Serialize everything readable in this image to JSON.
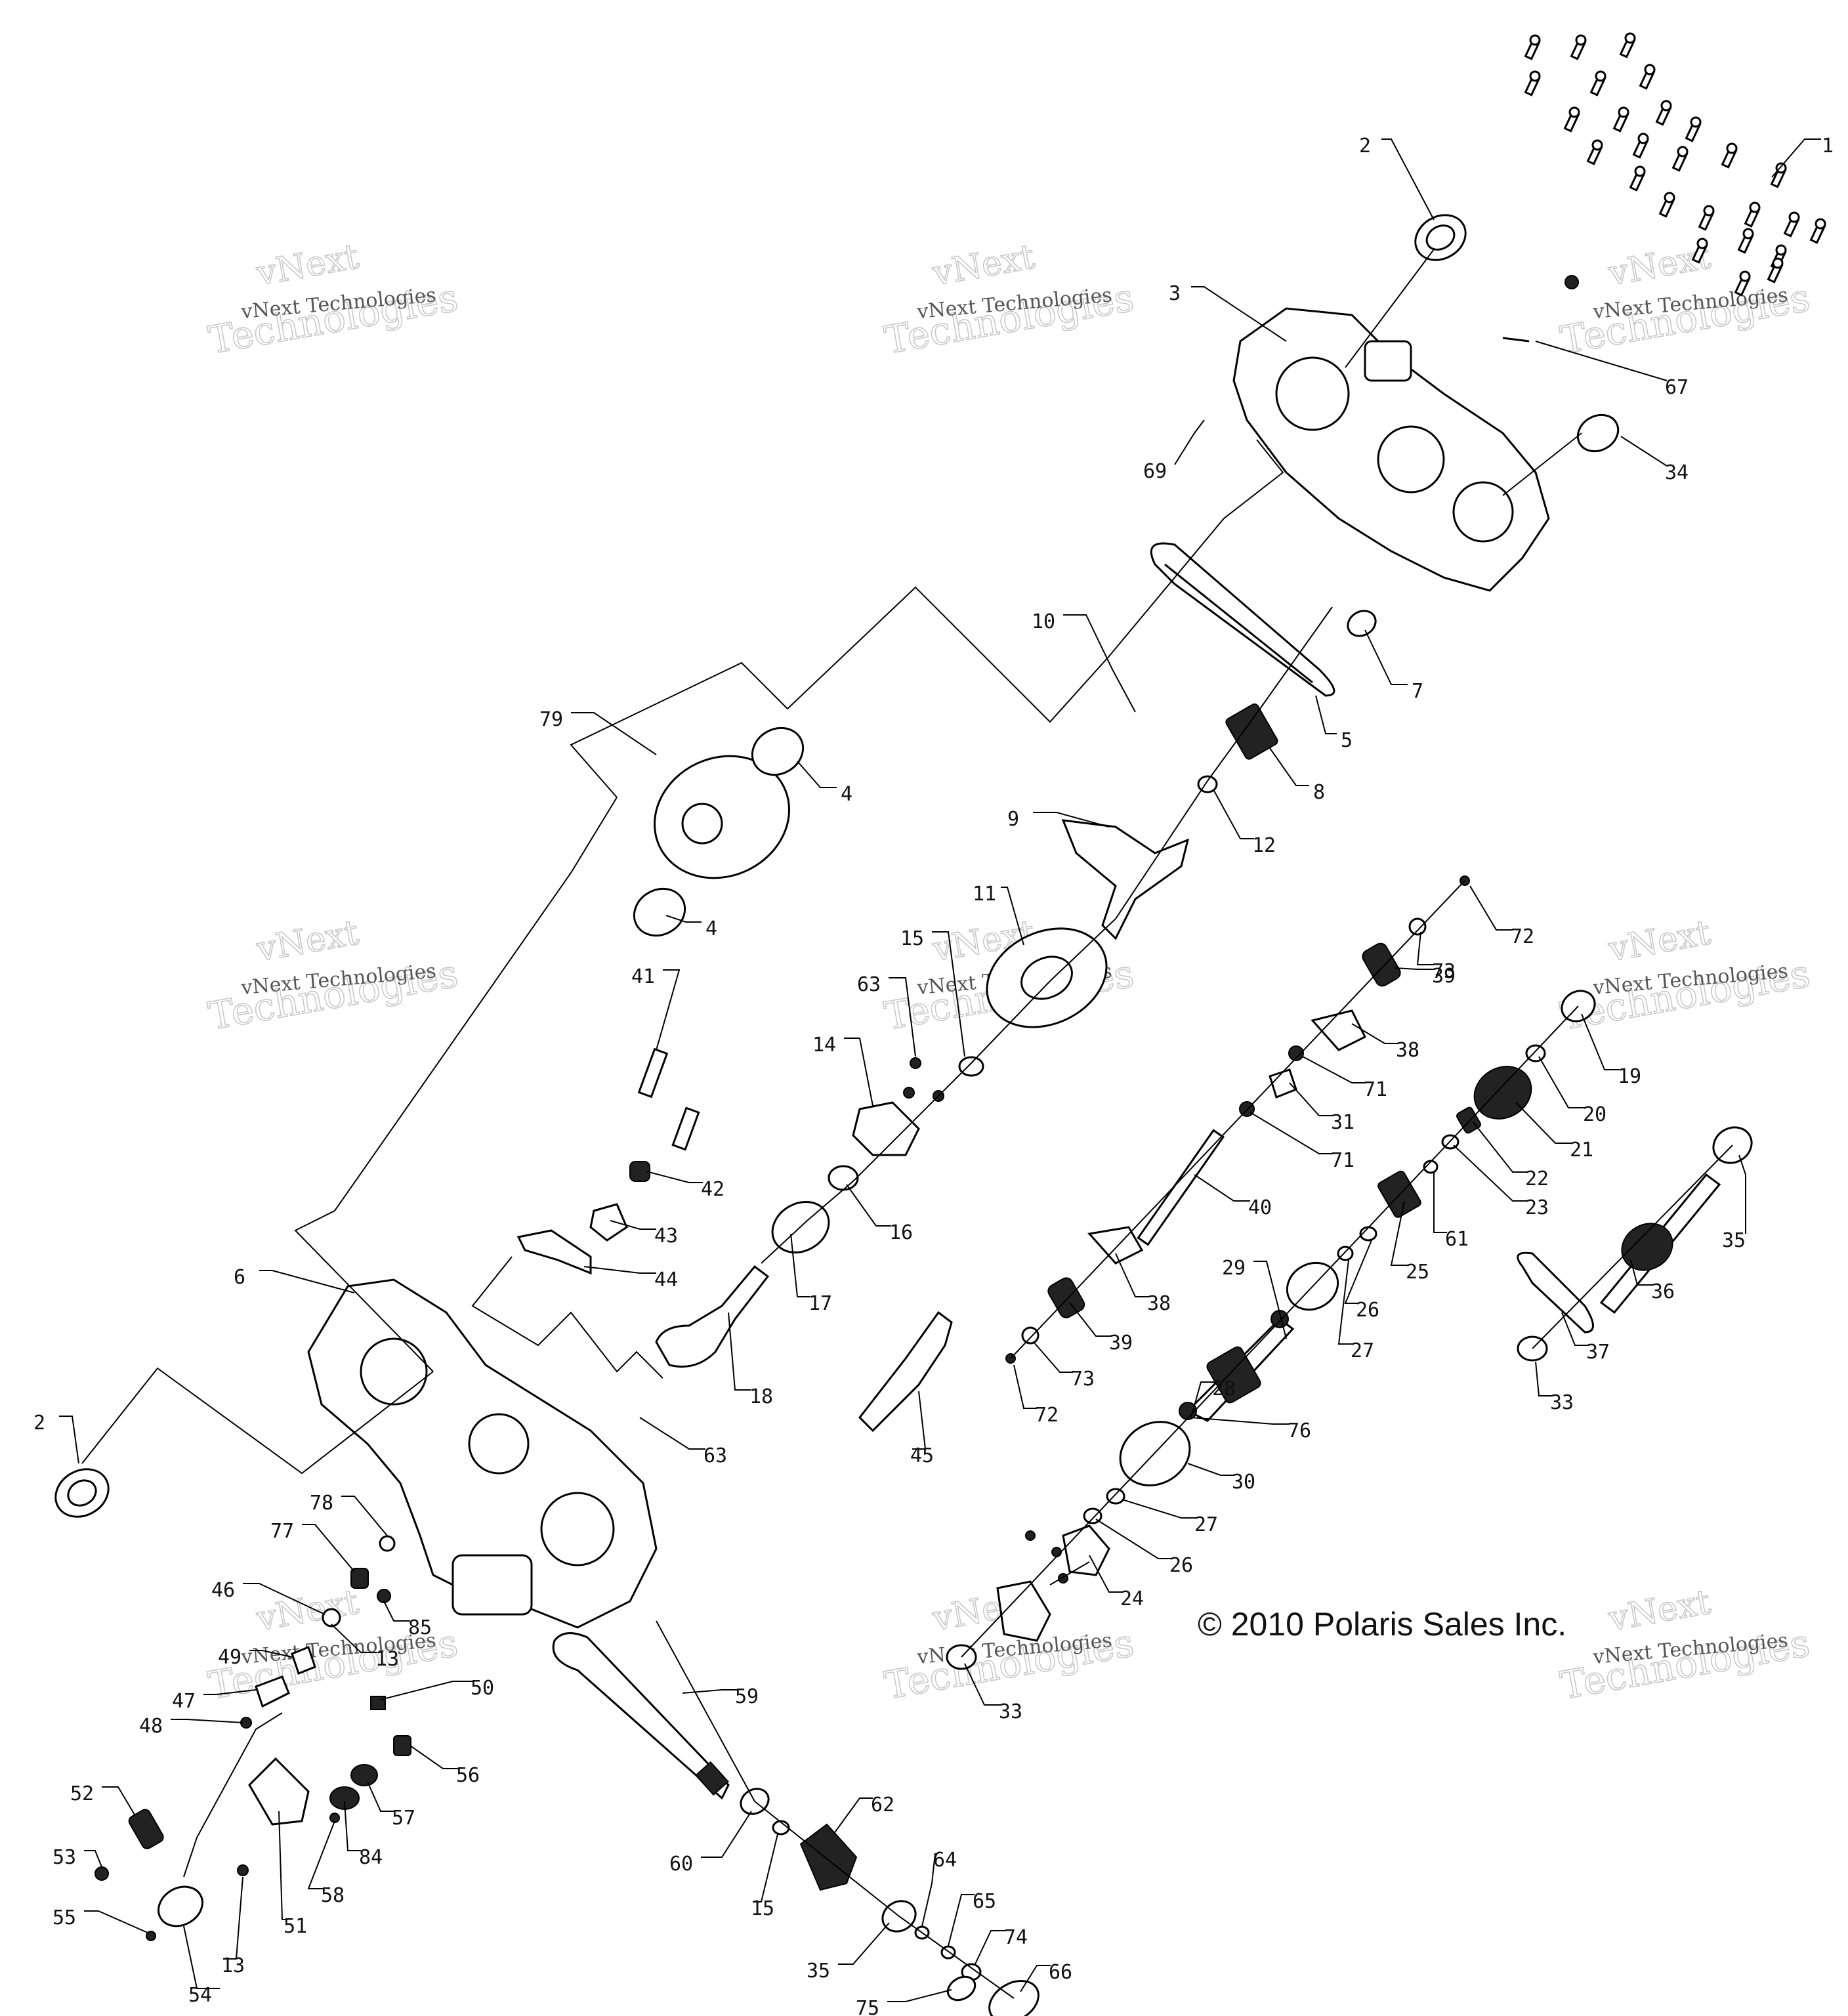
{
  "copyright": "© 2010 Polaris Sales Inc.",
  "watermarks": [
    {
      "big1": "vNext",
      "line": "vNext Technologies",
      "big2": "Technologies"
    },
    {
      "big1": "vNext",
      "line": "vNext Technologies",
      "big2": "Technologies"
    },
    {
      "big1": "vNext",
      "line": "vNext Technologies",
      "big2": "Technologies"
    },
    {
      "big1": "vNext",
      "line": "vNext Technologies",
      "big2": "Technologies"
    },
    {
      "big1": "vNext",
      "line": "vNext Technologies",
      "big2": "Technologies"
    },
    {
      "big1": "vNext",
      "line": "vNext Technologies",
      "big2": "Technologies"
    },
    {
      "big1": "vNext",
      "line": "vNext Technologies",
      "big2": "Technologies"
    },
    {
      "big1": "vNext",
      "line": "vNext Technologies",
      "big2": "Technologies"
    },
    {
      "big1": "vNext",
      "line": "vNext Technologies",
      "big2": "Technologies"
    }
  ],
  "callouts": [
    "1",
    "2",
    "3",
    "67",
    "34",
    "69",
    "10",
    "7",
    "5",
    "79",
    "4",
    "8",
    "12",
    "9",
    "4",
    "11",
    "72",
    "73",
    "15",
    "63",
    "39",
    "38",
    "19",
    "20",
    "21",
    "14",
    "71",
    "31",
    "71",
    "22",
    "23",
    "41",
    "42",
    "16",
    "40",
    "61",
    "35",
    "25",
    "26",
    "43",
    "44",
    "17",
    "38",
    "29",
    "28",
    "39",
    "6",
    "73",
    "27",
    "36",
    "18",
    "72",
    "37",
    "45",
    "33",
    "76",
    "63",
    "2",
    "30",
    "27",
    "78",
    "77",
    "26",
    "24",
    "85",
    "46",
    "49",
    "47",
    "50",
    "13",
    "59",
    "48",
    "33",
    "56",
    "52",
    "57",
    "62",
    "84",
    "58",
    "53",
    "60",
    "15",
    "64",
    "55",
    "51",
    "65",
    "13",
    "74",
    "35",
    "66",
    "54",
    "75"
  ]
}
